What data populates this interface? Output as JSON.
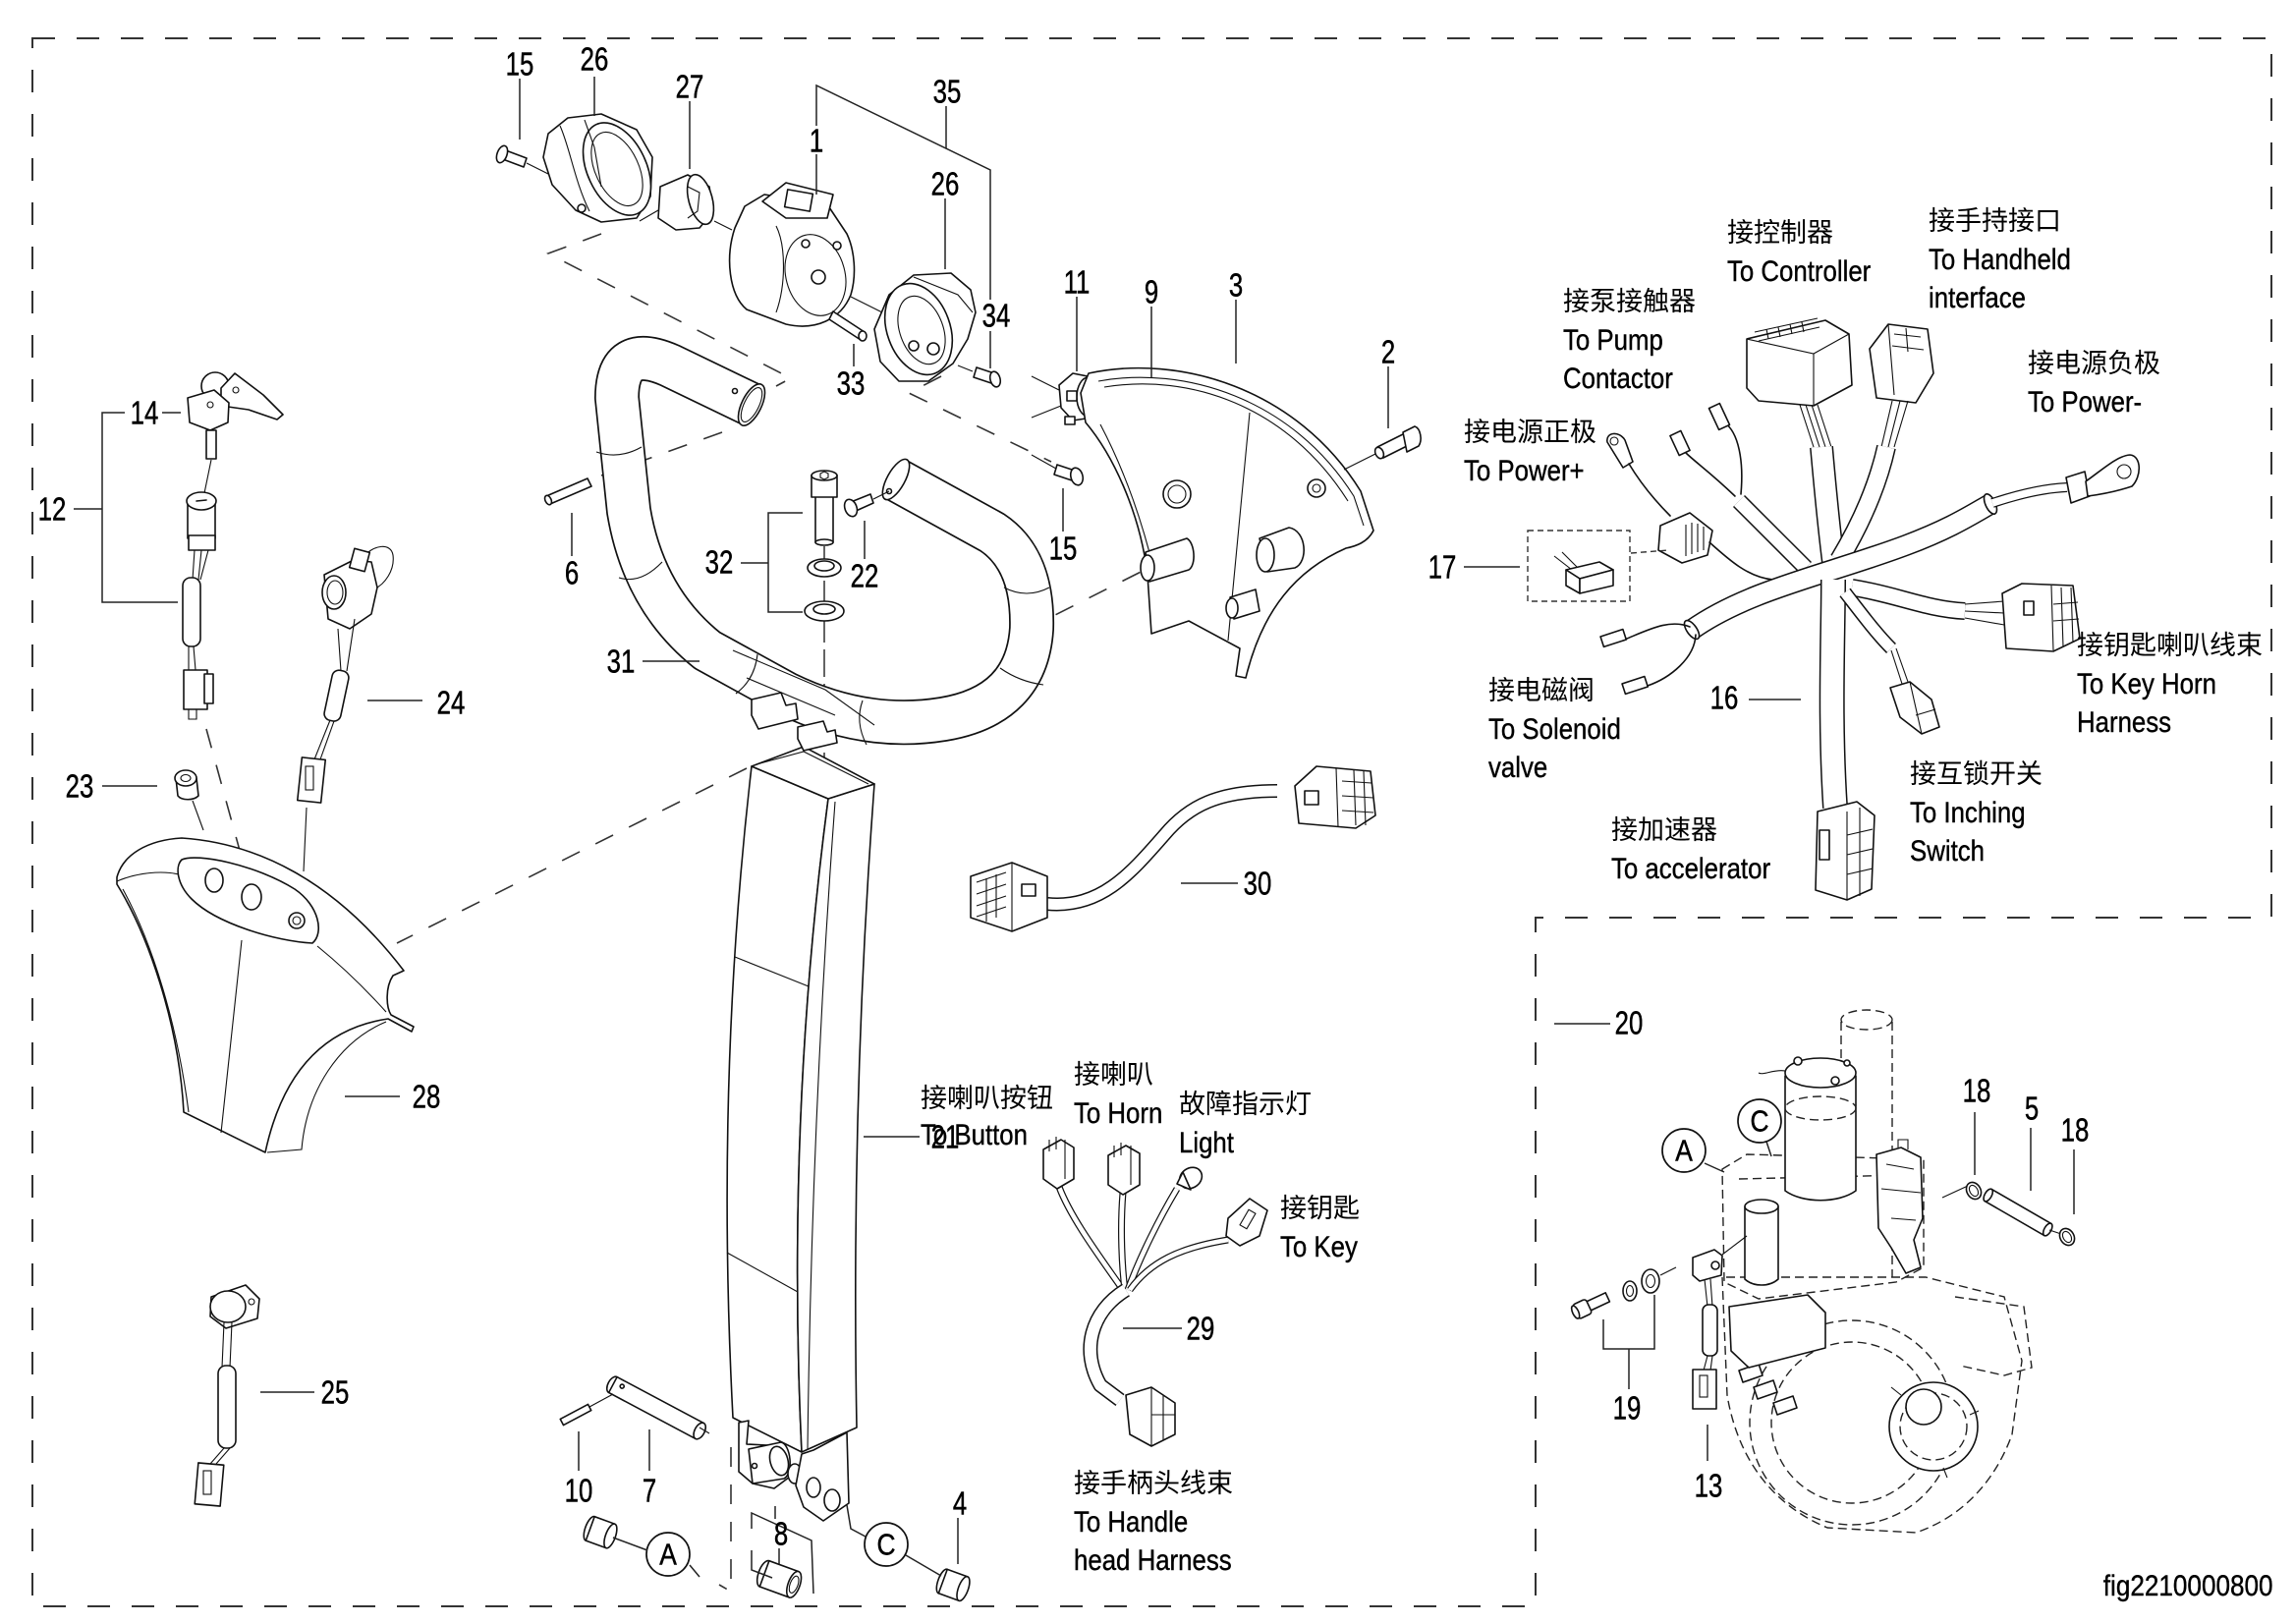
{
  "figure": {
    "id": "fig2210000800"
  },
  "callouts": [
    {
      "label": "15"
    },
    {
      "label": "26"
    },
    {
      "label": "27"
    },
    {
      "label": "35"
    },
    {
      "label": "1"
    },
    {
      "label": "26"
    },
    {
      "label": "34"
    },
    {
      "label": "33"
    },
    {
      "label": "11"
    },
    {
      "label": "9"
    },
    {
      "label": "3"
    },
    {
      "label": "2"
    },
    {
      "label": "15"
    },
    {
      "label": "6"
    },
    {
      "label": "32"
    },
    {
      "label": "22"
    },
    {
      "label": "31"
    },
    {
      "label": "14"
    },
    {
      "label": "12"
    },
    {
      "label": "24"
    },
    {
      "label": "23"
    },
    {
      "label": "28"
    },
    {
      "label": "25"
    },
    {
      "label": "10"
    },
    {
      "label": "7"
    },
    {
      "label": "8"
    },
    {
      "label": "4"
    },
    {
      "label": "21"
    },
    {
      "label": "30"
    },
    {
      "label": "29"
    },
    {
      "label": "17"
    },
    {
      "label": "16"
    },
    {
      "label": "20"
    },
    {
      "label": "18"
    },
    {
      "label": "5"
    },
    {
      "label": "18"
    },
    {
      "label": "19"
    },
    {
      "label": "13"
    }
  ],
  "reference_markers": [
    "A",
    "C",
    "A",
    "C"
  ],
  "annotations": [
    {
      "cn": "接控制器",
      "en": [
        "To Controller"
      ]
    },
    {
      "cn": "接手持接口",
      "en": [
        "To Handheld",
        "interface"
      ]
    },
    {
      "cn": "接泵接触器",
      "en": [
        "To Pump",
        "Contactor"
      ]
    },
    {
      "cn": "接电源正极",
      "en": [
        "To Power+"
      ]
    },
    {
      "cn": "接电源负极",
      "en": [
        "To Power-"
      ]
    },
    {
      "cn": "接钥匙喇叭线束",
      "en": [
        "To Key Horn",
        "Harness"
      ]
    },
    {
      "cn": "接电磁阀",
      "en": [
        "To Solenoid",
        "valve"
      ]
    },
    {
      "cn": "接互锁开关",
      "en": [
        "To Inching",
        "Switch"
      ]
    },
    {
      "cn": "接加速器",
      "en": [
        "To accelerator"
      ]
    },
    {
      "cn": "接喇叭按钮",
      "en": [
        "To Button"
      ]
    },
    {
      "cn": "接喇叭",
      "en": [
        "To Horn"
      ]
    },
    {
      "cn": "故障指示灯",
      "en": [
        "Light"
      ]
    },
    {
      "cn": "接钥匙",
      "en": [
        "To Key"
      ]
    },
    {
      "cn": "接手柄头线束",
      "en": [
        "To Handle",
        "head Harness"
      ]
    }
  ]
}
